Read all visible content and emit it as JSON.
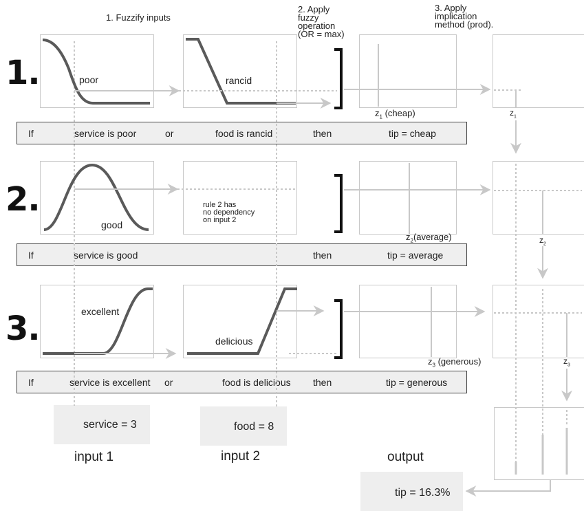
{
  "headers": {
    "step1": "1. Fuzzify inputs",
    "step2_lines": [
      "2. Apply",
      "fuzzy",
      "operation",
      "(OR = max)"
    ],
    "step3_lines": [
      "3. Apply",
      "implication",
      "method (prod)."
    ]
  },
  "rules": [
    {
      "number": "1.",
      "if": "If",
      "antecedent1": "service is poor",
      "connector": "or",
      "antecedent2": "food is rancid",
      "then": "then",
      "consequent": "tip = cheap",
      "mf1_label": "poor",
      "mf2_label": "rancid",
      "output_label_z": "z",
      "output_label_sub": "1",
      "output_label_name": "(cheap)",
      "implication_z": "z",
      "implication_sub": "1"
    },
    {
      "number": "2.",
      "if": "If",
      "antecedent1": "service is good",
      "then": "then",
      "consequent": "tip = average",
      "mf1_label": "good",
      "note_lines": [
        "rule 2 has",
        "no dependency",
        "on input 2"
      ],
      "output_label_z": "z",
      "output_label_sub": "2",
      "output_label_name": "(average)",
      "implication_z": "z",
      "implication_sub": "2"
    },
    {
      "number": "3.",
      "if": "If",
      "antecedent1": "service is excellent",
      "connector": "or",
      "antecedent2": "food is delicious",
      "then": "then",
      "consequent": "tip = generous",
      "mf1_label": "excellent",
      "mf2_label": "delicious",
      "output_label_z": "z",
      "output_label_sub": "3",
      "output_label_name": "(generous)",
      "implication_z": "z",
      "implication_sub": "3"
    }
  ],
  "inputs": {
    "input1_value": "service = 3",
    "input1_label": "input 1",
    "input2_value": "food = 8",
    "input2_label": "input 2"
  },
  "output": {
    "label": "output",
    "value": "tip = 16.3%"
  },
  "colors": {
    "mf_curve": "#5a5a5a",
    "guide_line": "#c8c8c8",
    "arrow": "#c8c8c8",
    "bracket": "#111111",
    "rule_bar_fill": "#efefef"
  }
}
